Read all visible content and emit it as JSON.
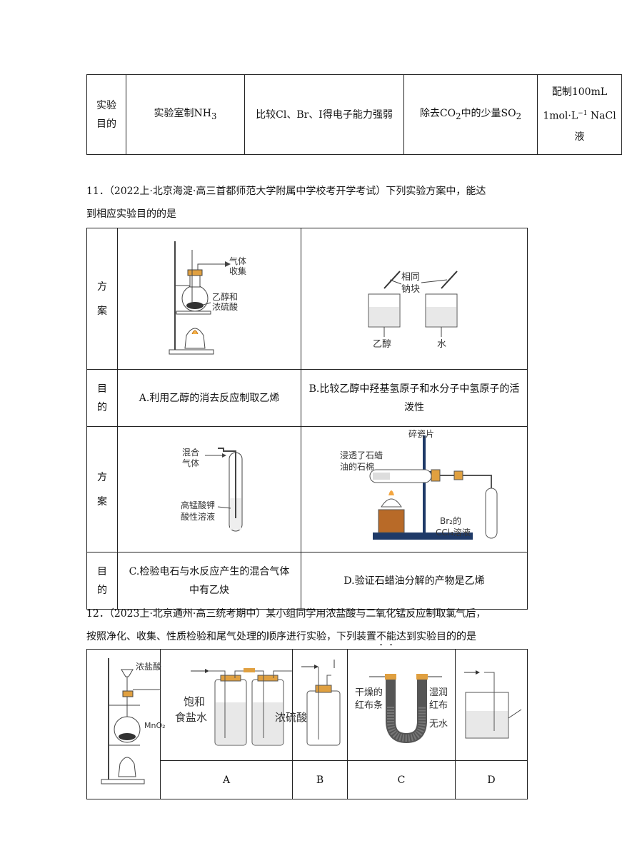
{
  "top_table": {
    "row_label": "实验\n目的",
    "cells": [
      {
        "text": "实验室制NH",
        "sub": "3",
        "rest": ""
      },
      {
        "text": "比较Cl、Br、I得电子能力强弱",
        "sub": "",
        "rest": ""
      },
      {
        "text": "除去CO",
        "sub": "2",
        "rest": "中的少量SO",
        "sub2": "2"
      },
      {
        "line1": "配制100mL",
        "line2a": "1mol·L",
        "sup": "−1",
        "line2b": " NaCl",
        "line3": "液"
      }
    ]
  },
  "q11": {
    "stem_line1": "11．（2022上·北京海淀·高三首都师范大学附属中学校考开学考试）下列实验方案中，能达",
    "stem_line2": "到相应实验目的的是",
    "fangan_label": "方\n案",
    "mudi_label": "目\n的",
    "A": "A.利用乙醇的消去反应制取乙烯",
    "B": "B.比较乙醇中羟基氢原子和水分子中氢原子的活泼性",
    "C": "C.检验电石与水反应产生的混合气体中有乙炔",
    "D": "D.验证石蜡油分解的产物是乙烯",
    "figA": {
      "l1": "气体",
      "l2": "收集",
      "l3": "乙醇和",
      "l4": "浓硫酸"
    },
    "figB": {
      "l1": "相同",
      "l2": "钠块",
      "l3": "乙醇",
      "l4": "水"
    },
    "figC": {
      "l1": "混合",
      "l2": "气体",
      "l3": "高锰酸钾",
      "l4": "酸性溶液"
    },
    "figD": {
      "l1": "碎瓷片",
      "l2": "浸透了石蜡",
      "l3": "油的石棉",
      "l4": "Br₂的",
      "l5": "CCl₄溶液"
    }
  },
  "q12": {
    "stem_line1": "12．（2023上·北京通州·高三统考期中）某小组同学用浓盐酸与二氧化锰反应制取氯气后，",
    "stem_pre": "按照净化、收集、性质检验和尾气处理的顺序进行实验，下列装置",
    "stem_dot": "不能",
    "stem_post": "达到实验目的的是",
    "fig0": {
      "l1": "浓盐酸",
      "l2": "MnO₂"
    },
    "figA": {
      "l1": "饱和",
      "l2": "食盐水",
      "l3": "浓硫酸"
    },
    "figC": {
      "l1": "干燥的",
      "l2": "红布条",
      "l3": "湿润",
      "l4": "红布",
      "l5": "无水"
    },
    "labels": [
      "A",
      "B",
      "C",
      "D"
    ]
  }
}
